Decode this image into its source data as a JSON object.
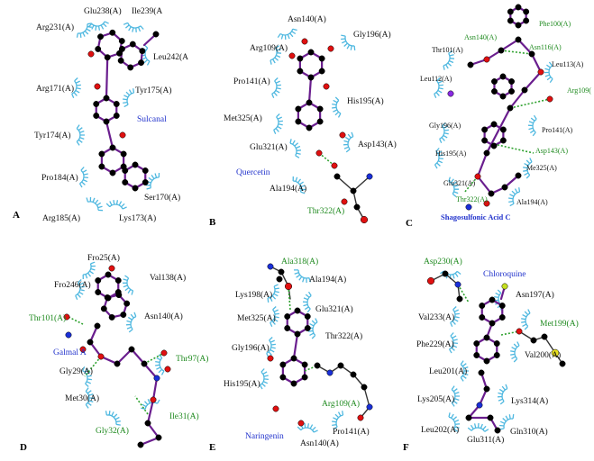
{
  "panels": [
    {
      "label": "A",
      "ligand": "Sulcanal",
      "residues": [
        {
          "name": "Glu238(A)",
          "green": false
        },
        {
          "name": "Ile239(A",
          "green": false
        },
        {
          "name": "Arg231(A)",
          "green": false
        },
        {
          "name": "Leu242(A",
          "green": false
        },
        {
          "name": "Arg171(A)",
          "green": false
        },
        {
          "name": "Tyr175(A)",
          "green": false
        },
        {
          "name": "Tyr174(A)",
          "green": false
        },
        {
          "name": "Pro184(A)",
          "green": false
        },
        {
          "name": "Ser170(A)",
          "green": false
        },
        {
          "name": "Arg185(A)",
          "green": false
        },
        {
          "name": "Lys173(A)",
          "green": false
        }
      ]
    },
    {
      "label": "B",
      "ligand": "Quercetin",
      "residues": [
        {
          "name": "Asn140(A)",
          "green": false
        },
        {
          "name": "Arg109(A)",
          "green": false
        },
        {
          "name": "Gly196(A)",
          "green": false
        },
        {
          "name": "Pro141(A)",
          "green": false
        },
        {
          "name": "His195(A)",
          "green": false
        },
        {
          "name": "Met325(A)",
          "green": false
        },
        {
          "name": "Glu321(A)",
          "green": false
        },
        {
          "name": "Asp143(A)",
          "green": false
        },
        {
          "name": "Ala194(A)",
          "green": false
        },
        {
          "name": "Thr322(A)",
          "green": true
        }
      ]
    },
    {
      "label": "C",
      "ligand": "Shagosulfonic Acid C",
      "residues": [
        {
          "name": "Phe100(A)",
          "green": true
        },
        {
          "name": "Asn140(A)",
          "green": true
        },
        {
          "name": "Asn116(A)",
          "green": true
        },
        {
          "name": "Thr101(A)",
          "green": false
        },
        {
          "name": "Leu113(A)",
          "green": false
        },
        {
          "name": "Leu112(A)",
          "green": false
        },
        {
          "name": "Arg109(",
          "green": true
        },
        {
          "name": "Pro141(A)",
          "green": false
        },
        {
          "name": "Gly196(A)",
          "green": false
        },
        {
          "name": "Asp143(A)",
          "green": true
        },
        {
          "name": "His195(A)",
          "green": false
        },
        {
          "name": "Me325(A)",
          "green": false
        },
        {
          "name": "Glu321(A)",
          "green": false
        },
        {
          "name": "Thr322(A)",
          "green": true
        },
        {
          "name": "Ala194(A)",
          "green": false
        }
      ]
    },
    {
      "label": "D",
      "ligand": "Galmal A",
      "residues": [
        {
          "name": "Fro25(A)",
          "green": false
        },
        {
          "name": "Val138(A)",
          "green": false
        },
        {
          "name": "Fro246(A)",
          "green": false
        },
        {
          "name": "Asn140(A)",
          "green": false
        },
        {
          "name": "Thr101(A)",
          "green": true
        },
        {
          "name": "Thr97(A)",
          "green": true
        },
        {
          "name": "Gly29(A)",
          "green": false
        },
        {
          "name": "Met30(A)",
          "green": false
        },
        {
          "name": "Gly32(A)",
          "green": true
        },
        {
          "name": "Ile31(A)",
          "green": true
        }
      ]
    },
    {
      "label": "E",
      "ligand": "Naringenin",
      "residues": [
        {
          "name": "Ala318(A)",
          "green": true
        },
        {
          "name": "Ala194(A)",
          "green": false
        },
        {
          "name": "Lys198(A)",
          "green": false
        },
        {
          "name": "Glu321(A)",
          "green": false
        },
        {
          "name": "Met325(A)",
          "green": false
        },
        {
          "name": "Thr322(A)",
          "green": false
        },
        {
          "name": "Gly196(A)",
          "green": false
        },
        {
          "name": "His195(A)",
          "green": false
        },
        {
          "name": "Arg109(A)",
          "green": true
        },
        {
          "name": "Pro141(A)",
          "green": false
        },
        {
          "name": "Asn140(A)",
          "green": false
        }
      ]
    },
    {
      "label": "F",
      "ligand": "Chloroquine",
      "residues": [
        {
          "name": "Asp230(A)",
          "green": true
        },
        {
          "name": "Asn197(A)",
          "green": false
        },
        {
          "name": "Val233(A)",
          "green": false
        },
        {
          "name": "Met199(A)",
          "green": true
        },
        {
          "name": "Phe229(A)",
          "green": false
        },
        {
          "name": "Val200(A)",
          "green": false
        },
        {
          "name": "Leu201(A)",
          "green": false
        },
        {
          "name": "Lys205(A)",
          "green": false
        },
        {
          "name": "Lys314(A)",
          "green": false
        },
        {
          "name": "Leu202(A)",
          "green": false
        },
        {
          "name": "Glu311(A)",
          "green": false
        },
        {
          "name": "Gln310(A)",
          "green": false
        }
      ]
    }
  ],
  "colors": {
    "residue_text": "#111111",
    "hbond_residue_text": "#1f8a1f",
    "ligand_name": "#2233cc",
    "hydrophobic_arc": "#4fb8e0",
    "ligand_bond": "#6a1e8e",
    "carbon": "#000000",
    "oxygen": "#e01010",
    "nitrogen": "#1a2fd8",
    "sulfur": "#e8e020",
    "hbond": "#2ea12e"
  }
}
